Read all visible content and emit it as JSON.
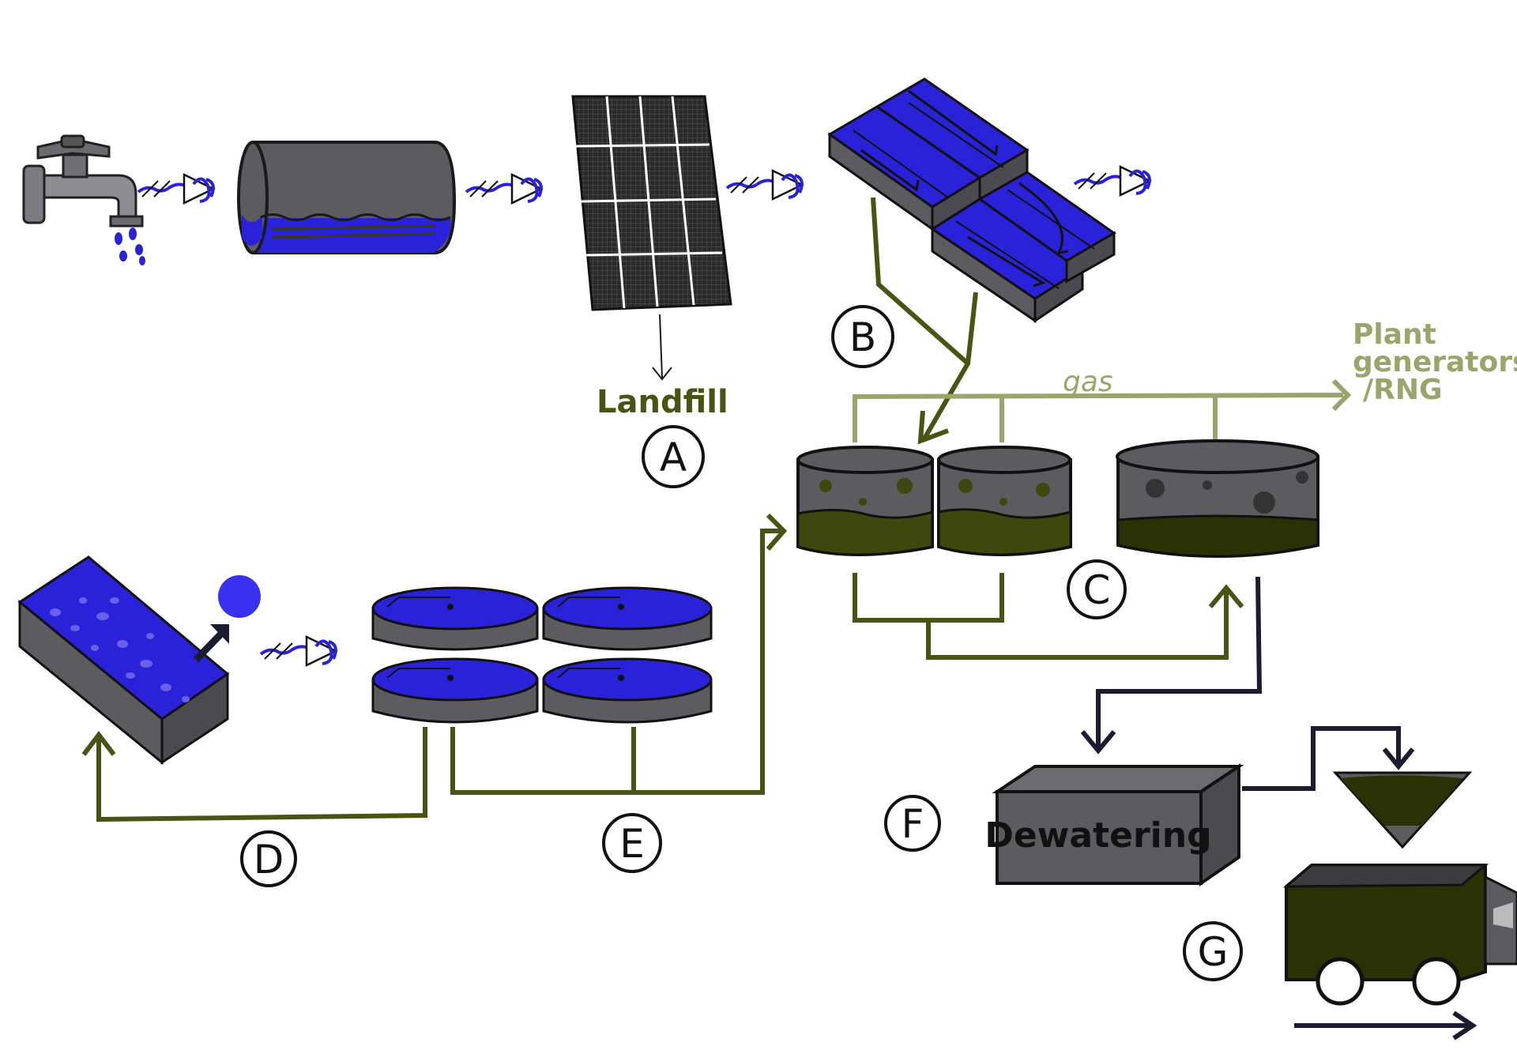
{
  "diagram": {
    "labels": {
      "A": "A",
      "B": "B",
      "C": "C",
      "D": "D",
      "E": "E",
      "F": "F",
      "G": "G"
    },
    "landfill": "Landfill",
    "gas": "gas",
    "plant_generators_line1": "Plant",
    "plant_generators_line2": "generators",
    "plant_generators_line3": "/RNG",
    "dewatering": "Dewatering"
  },
  "colors": {
    "water_blue": "#2a22d8",
    "sludge_green": "#4a5314",
    "sludge_dark": "#2b3005",
    "gas_green": "#9aa56c",
    "tank_gray": "#5b5b60",
    "outline": "#1a1a1a"
  }
}
